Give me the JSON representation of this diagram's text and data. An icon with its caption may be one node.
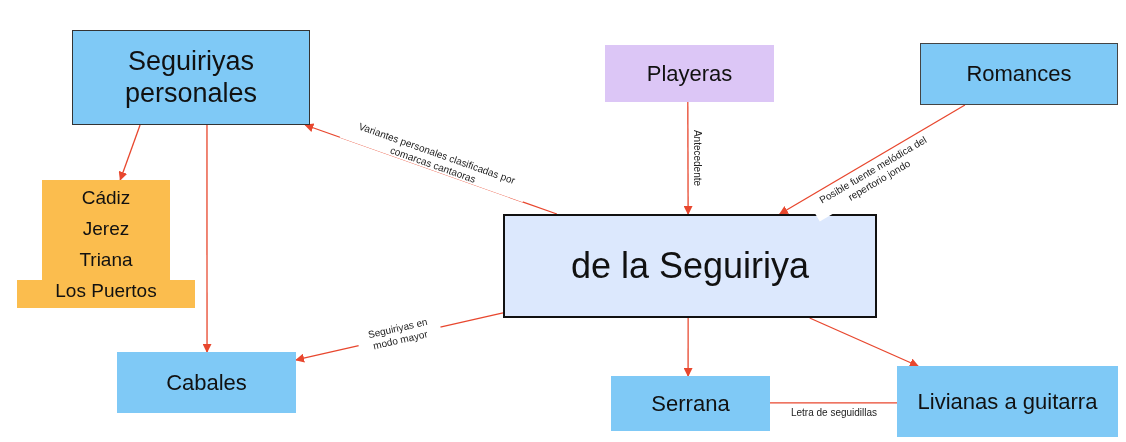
{
  "diagram": {
    "nodes": [
      {
        "text": [
          "Seguiriyas personales"
        ]
      },
      {
        "text": [
          "Playeras"
        ]
      },
      {
        "text": [
          "Romances"
        ]
      },
      {
        "text": [
          "Cádiz",
          "Jerez",
          "Triana",
          "Los Puertos"
        ]
      },
      {
        "text": [
          "de la Seguiriya"
        ]
      },
      {
        "text": [
          "Cabales"
        ]
      },
      {
        "text": [
          "Serrana"
        ]
      },
      {
        "text": [
          "Livianas a guitarra"
        ]
      }
    ],
    "edges": [
      {
        "from": 4,
        "to": 0,
        "arrow": "to",
        "label": "Variantes personales clasificadas por comarcas cantaoras"
      },
      {
        "from": 1,
        "to": 4,
        "arrow": "to",
        "label": "Antecedente"
      },
      {
        "from": 2,
        "to": 4,
        "arrow": "to",
        "label": "Posible fuente melódica del repertorio jondo"
      },
      {
        "from": 0,
        "to": 3,
        "arrow": "to"
      },
      {
        "from": 0,
        "to": 5,
        "arrow": "to"
      },
      {
        "from": 4,
        "to": 5,
        "arrow": "to",
        "label": "Seguiriyas en modo mayor"
      },
      {
        "from": 4,
        "to": 6,
        "arrow": "to"
      },
      {
        "from": 4,
        "to": 7,
        "arrow": "to"
      },
      {
        "from": 6,
        "to": 7,
        "arrow": "none",
        "label": "Letra de seguidillas"
      }
    ]
  }
}
